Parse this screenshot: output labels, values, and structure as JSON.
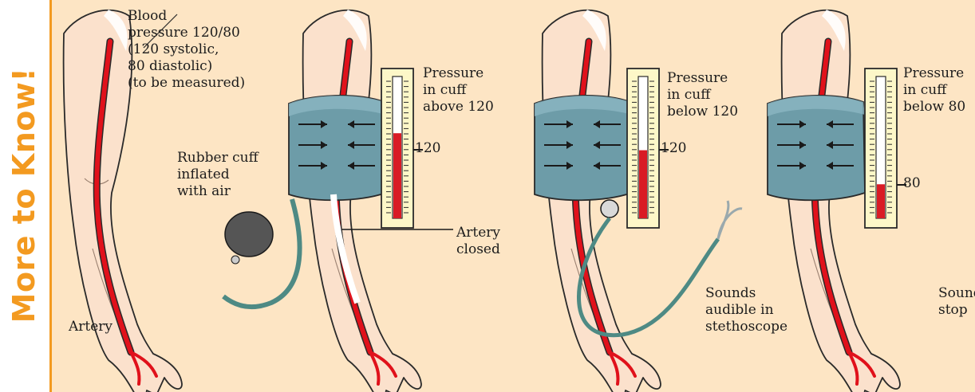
{
  "side_title": "More to Know!",
  "colors": {
    "background": "#fde5c4",
    "skin": "#fbe1cc",
    "artery": "#e0111b",
    "cuff": "#6d9ca8",
    "mercury": "#d91b25",
    "tubing": "#4e8a84"
  },
  "labels": {
    "blood_pressure": [
      "Blood",
      "pressure 120/80",
      "(120 systolic,",
      "80 diastolic)",
      "(to be measured)"
    ],
    "rubber_cuff": [
      "Rubber cuff",
      "inflated",
      "with air"
    ],
    "artery": "Artery",
    "pressure_above": [
      "Pressure",
      "in cuff",
      "above 120"
    ],
    "artery_closed": [
      "Artery",
      "closed"
    ],
    "pressure_below_120": [
      "Pressure",
      "in cuff",
      "below 120"
    ],
    "sounds_audible": [
      "Sounds",
      "audible in",
      "stethoscope"
    ],
    "pressure_below_80": [
      "Pressure",
      "in cuff",
      "below 80"
    ],
    "sounds_stop": [
      "Sounds",
      "stop"
    ]
  },
  "gauges": [
    {
      "tick": "120",
      "level": 0.6
    },
    {
      "tick": "120",
      "level": 0.48
    },
    {
      "tick": "80",
      "level": 0.24
    }
  ]
}
